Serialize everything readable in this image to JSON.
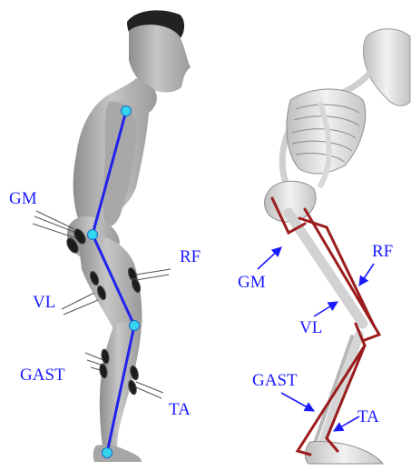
{
  "left_panel": {
    "labels": {
      "gm": "GM",
      "rf": "RF",
      "vl": "VL",
      "gast": "GAST",
      "ta": "TA"
    }
  },
  "right_panel": {
    "labels": {
      "gm": "GM",
      "rf": "RF",
      "vl": "VL",
      "gast": "GAST",
      "ta": "TA"
    }
  },
  "colors": {
    "label_text": "#1a1aff",
    "segment_line": "#2222ee",
    "joint_marker": "#33d6ee",
    "muscle_line": "#9b1c1c",
    "body_skin": "#b4b4b4",
    "bone": "#e2e2e2",
    "hair": "#222222",
    "electrode": "#1c1c1c"
  }
}
